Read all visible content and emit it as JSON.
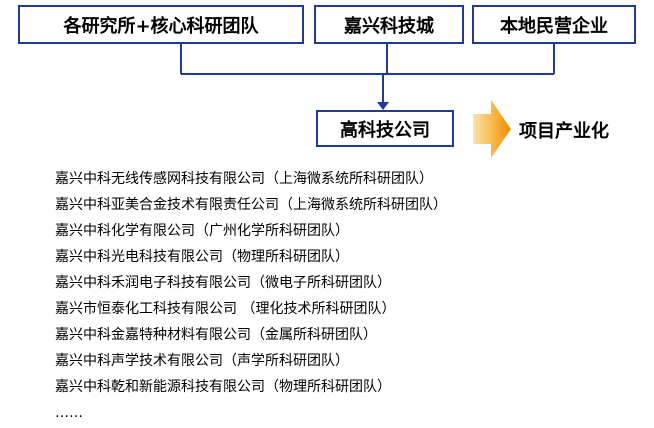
{
  "sources": {
    "institutes": "各研究所+核心科研团队",
    "jiaxing_tech_city": "嘉兴科技城",
    "local_enterprises": "本地民营企业"
  },
  "target": {
    "company": "高科技公司",
    "outcome": "项目产业化"
  },
  "companies": [
    "嘉兴中科无线传感网科技有限公司（上海微系统所科研团队）",
    "嘉兴中科亚美合金技术有限责任公司（上海微系统所科研团队）",
    "嘉兴中科化学有限公司（广州化学所科研团队）",
    "嘉兴中科光电科技有限公司（物理所科研团队）",
    "嘉兴中科禾润电子科技有限公司（微电子所科研团队）",
    "嘉兴市恒泰化工科技有限公司 （理化技术所科研团队）",
    "嘉兴中科金嘉特种材料有限公司（金属所科研团队）",
    "嘉兴中科声学技术有限公司（声学所科研团队）",
    "嘉兴中科乾和新能源科技有限公司（物理所科研团队）",
    "……"
  ],
  "colors": {
    "box_border": "#1f3a93",
    "connector": "#1f3a93",
    "arrow_orange": "#f5a623"
  }
}
